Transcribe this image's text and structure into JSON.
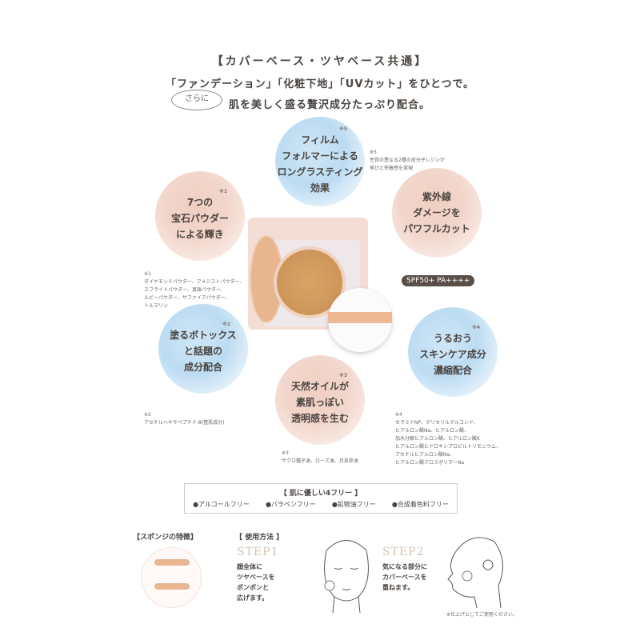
{
  "header": {
    "title": "【カバーベース・ツヤベース共通】",
    "line1": "「ファンデーション」「化粧下地」「UVカット」をひとつで。",
    "badge": "さらに",
    "line2": "肌を美しく盛る贅沢成分たっぷり配合。"
  },
  "features": [
    {
      "lines": [
        "フィルム",
        "フォルマーによる",
        "ロングラスティング",
        "効果"
      ],
      "mark": "※5",
      "color": "blue"
    },
    {
      "lines": [
        "7つの",
        "宝石パウダー",
        "による輝き"
      ],
      "mark": "※1",
      "color": "peach"
    },
    {
      "lines": [
        "紫外線",
        "ダメージを",
        "パワフルカット"
      ],
      "mark": "",
      "color": "peach"
    },
    {
      "lines": [
        "塗るボトックス",
        "と話題の",
        "成分配合"
      ],
      "mark": "※2",
      "color": "blue"
    },
    {
      "lines": [
        "うるおう",
        "スキンケア成分",
        "濃縮配合"
      ],
      "mark": "※4",
      "color": "blue"
    },
    {
      "lines": [
        "天然オイルが",
        "素肌っぽい",
        "透明感を生む"
      ],
      "mark": "※3",
      "color": "peach"
    }
  ],
  "notes": {
    "n5": [
      "※5",
      "性質の異なる2種の皮分子レジンが",
      "伸びと密着感を実現"
    ],
    "n1": [
      "※1",
      "ダイヤモンドパウダー、アメジストパウダー、",
      "スフライトパウダー、真珠パウダー、",
      "ルビーパウダー、サファイアパウダー、",
      "トルマリン"
    ],
    "n2": [
      "※2",
      "アセチルヘキサペプチド-8(整肌成分)"
    ],
    "n3": [
      "※3",
      "ザクロ種子油、ローズ油、月見草油"
    ],
    "n4": [
      "※4",
      "セラミドNP、グリセリルグルコシド、",
      "ヒアルロン酸Na、ヒアルロン酸、",
      "加水分解ヒアルロン酸、ヒアルロン酸K",
      "ヒアルロン酸ヒドロキシプロピルトリモニウム、",
      "アセチルヒアルロン酸Na、",
      "ヒアルロン酸クロスポリマーNa"
    ]
  },
  "spf_badge": "SPF50+ PA++++",
  "free": {
    "title": "【 肌に優しい4フリー 】",
    "items": [
      "●アルコールフリー",
      "●パラベンフリー",
      "●鉱物油フリー",
      "●合成着色料フリー"
    ]
  },
  "sponge": {
    "title": "【スポンジの特徴】"
  },
  "usage": {
    "title": "【 使用方法 】",
    "step1": {
      "label": "STEP1",
      "lines": [
        "顔全体に",
        "ツヤベースを",
        "ポンポンと",
        "広げます。"
      ]
    },
    "step2": {
      "label": "STEP2",
      "lines": [
        "気になる部分に",
        "カバーベースを",
        "重ねます。"
      ]
    },
    "footnote": "※仕上げとしてご使用ください。"
  },
  "colors": {
    "blue": "#bcdcf2",
    "peach": "#f2d6cb",
    "badge": "#5a4e48",
    "puff_band": "#efb894"
  }
}
